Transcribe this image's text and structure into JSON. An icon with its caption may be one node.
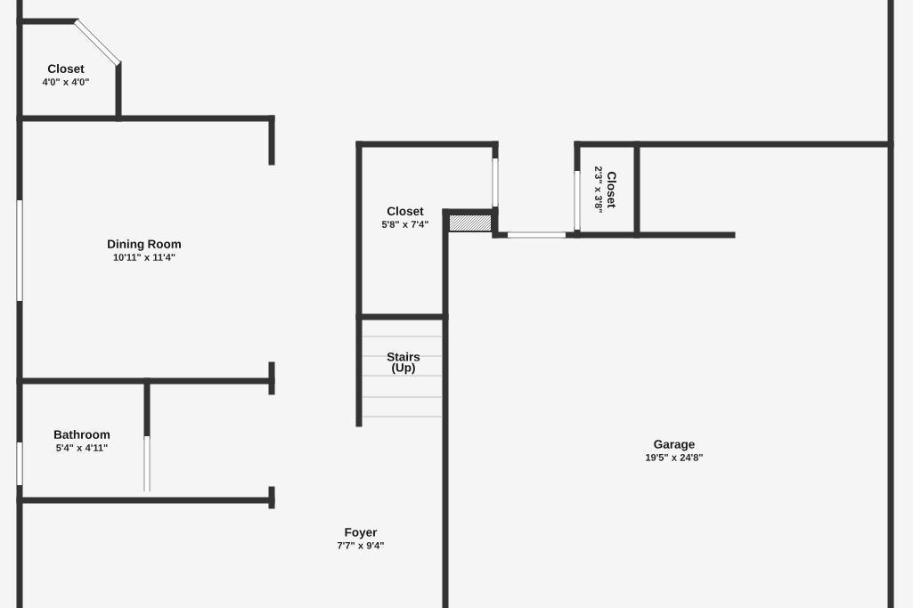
{
  "diagram": {
    "nodes": [
      {
        "text": [
          "Closet",
          "4'0\" x 4'0\""
        ]
      },
      {
        "text": [
          "Dining Room",
          "10'11\" x 11'4\""
        ]
      },
      {
        "text": [
          "Closet",
          "5'8\" x 7'4\""
        ]
      },
      {
        "text": [
          "Closet",
          "2'3\" x 3'8\""
        ]
      },
      {
        "text": [
          "Stairs (Up)"
        ]
      },
      {
        "text": [
          "Bathroom",
          "5'4\" x 4'11\""
        ]
      },
      {
        "text": [
          "Garage",
          "19'5\" x 24'8\""
        ]
      },
      {
        "text": [
          "Foyer",
          "7'7\" x 9'4\""
        ]
      }
    ]
  }
}
